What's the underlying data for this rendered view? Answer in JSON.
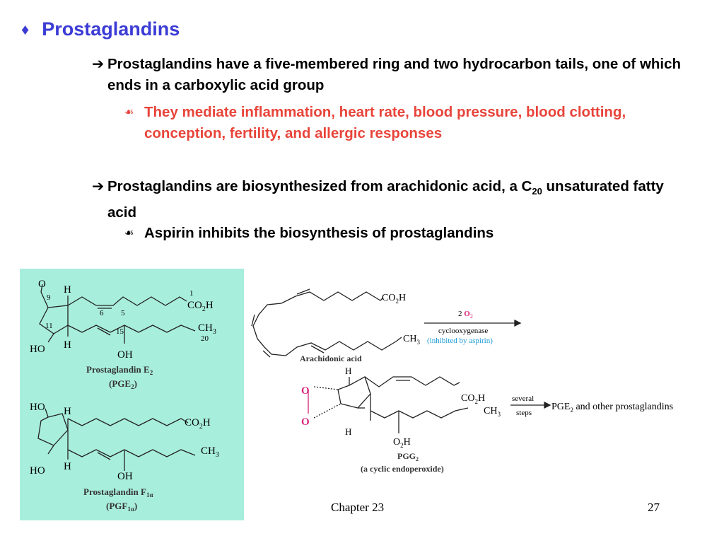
{
  "slide": {
    "title_bullet": "♦",
    "title": "Prostaglandins"
  },
  "bullets": [
    {
      "arrow": "➔",
      "text": "Prostaglandins have a five-membered ring and two hydrocarbon tails, one of which ends in a carboxylic acid group",
      "sub": {
        "mark": "☙",
        "text": "They mediate inflammation, heart rate, blood pressure, blood clotting, conception, fertility, and allergic responses",
        "color": "#e8443a"
      }
    },
    {
      "arrow": "➔",
      "text_pre": "Prostaglandins are biosynthesized from arachidonic acid, a C",
      "text_sub": "20",
      "text_post": " unsaturated fatty acid",
      "sub": {
        "mark": "☙",
        "text": "Aspirin inhibits the biosynthesis of prostaglandins"
      }
    }
  ],
  "left_figure": {
    "background": "#a8eedc",
    "pge2": {
      "labels": {
        "o": "O",
        "h_top": "H",
        "n1": "1",
        "co2h": "CO",
        "co2h_sub": "2",
        "co2h_h": "H",
        "n9": "9",
        "n6": "6",
        "n5": "5",
        "n11": "11",
        "n15": "15",
        "ch3": "CH",
        "ch3_sub": "3",
        "n20": "20",
        "ho": "HO",
        "h_bottom": "H",
        "oh": "OH"
      },
      "name": "Prostaglandin E",
      "name_sub": "2",
      "abbr": "(PGE",
      "abbr_sub": "2",
      "abbr_end": ")"
    },
    "pgf1a": {
      "labels": {
        "ho_top": "HO",
        "h_top": "H",
        "co2h": "CO",
        "co2h_sub": "2",
        "co2h_h": "H",
        "ch3": "CH",
        "ch3_sub": "3",
        "ho_bottom": "HO",
        "h_bottom": "H",
        "oh": "OH"
      },
      "name": "Prostaglandin F",
      "name_sub": "1α",
      "abbr": "(PGF",
      "abbr_sub": "1α",
      "abbr_end": ")"
    }
  },
  "right_figure": {
    "arachidonic": {
      "co2h": "CO",
      "co2h_sub": "2",
      "co2h_h": "H",
      "ch3": "CH",
      "ch3_sub": "3",
      "name": "Arachidonic acid"
    },
    "reaction": {
      "reagent_pre": "2 ",
      "reagent": "O",
      "reagent_sub": "2",
      "reagent_color": "#d6247a",
      "enzyme": "cyclooxygenase",
      "inhibition": "(inhibited by aspirin)",
      "inhibition_color": "#1a9ad6"
    },
    "pgg2": {
      "o_top": "O",
      "o_bottom": "O",
      "o_color": "#d6247a",
      "h_top": "H",
      "h_bottom": "H",
      "co2h": "CO",
      "co2h_sub": "2",
      "co2h_h": "H",
      "ch3": "CH",
      "ch3_sub": "3",
      "ooh": "O",
      "ooh_sub": "2",
      "ooh_h": "H",
      "name": "PGG",
      "name_sub": "2",
      "desc": "(a cyclic endoperoxide)",
      "step_top": "several",
      "step_bottom": "steps",
      "product_pre": "PGE",
      "product_sub": "2",
      "product_post": " and other prostaglandins"
    }
  },
  "footer": {
    "chapter": "Chapter 23",
    "page": "27"
  }
}
